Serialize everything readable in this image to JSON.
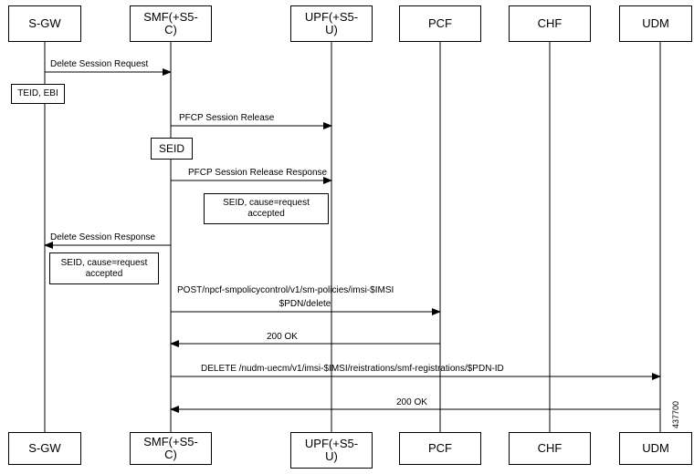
{
  "entities": [
    "S-GW",
    "SMF(+S5-\nC)",
    "UPF(+S5-\nU)",
    "PCF",
    "CHF",
    "UDM"
  ],
  "messages": [
    {
      "label": "Delete Session Request"
    },
    {
      "label": "PFCP Session Release"
    },
    {
      "label": "PFCP Session Release Response"
    },
    {
      "label": "Delete Session Response"
    },
    {
      "label": "POST/npcf-smpolicycontrol/v1/sm-policies/imsi-$IMSI",
      "label2": "$PDN/delete"
    },
    {
      "label": "200 OK"
    },
    {
      "label": "DELETE /nudm-uecm/v1/imsi-$IMSI/reistrations/smf-registrations/$PDN-ID"
    },
    {
      "label": "200 OK"
    }
  ],
  "notes": [
    "TEID, EBI",
    "SEID",
    "SEID, cause=request\naccepted",
    "SEID, cause=request\naccepted"
  ],
  "figure_id": "437700"
}
